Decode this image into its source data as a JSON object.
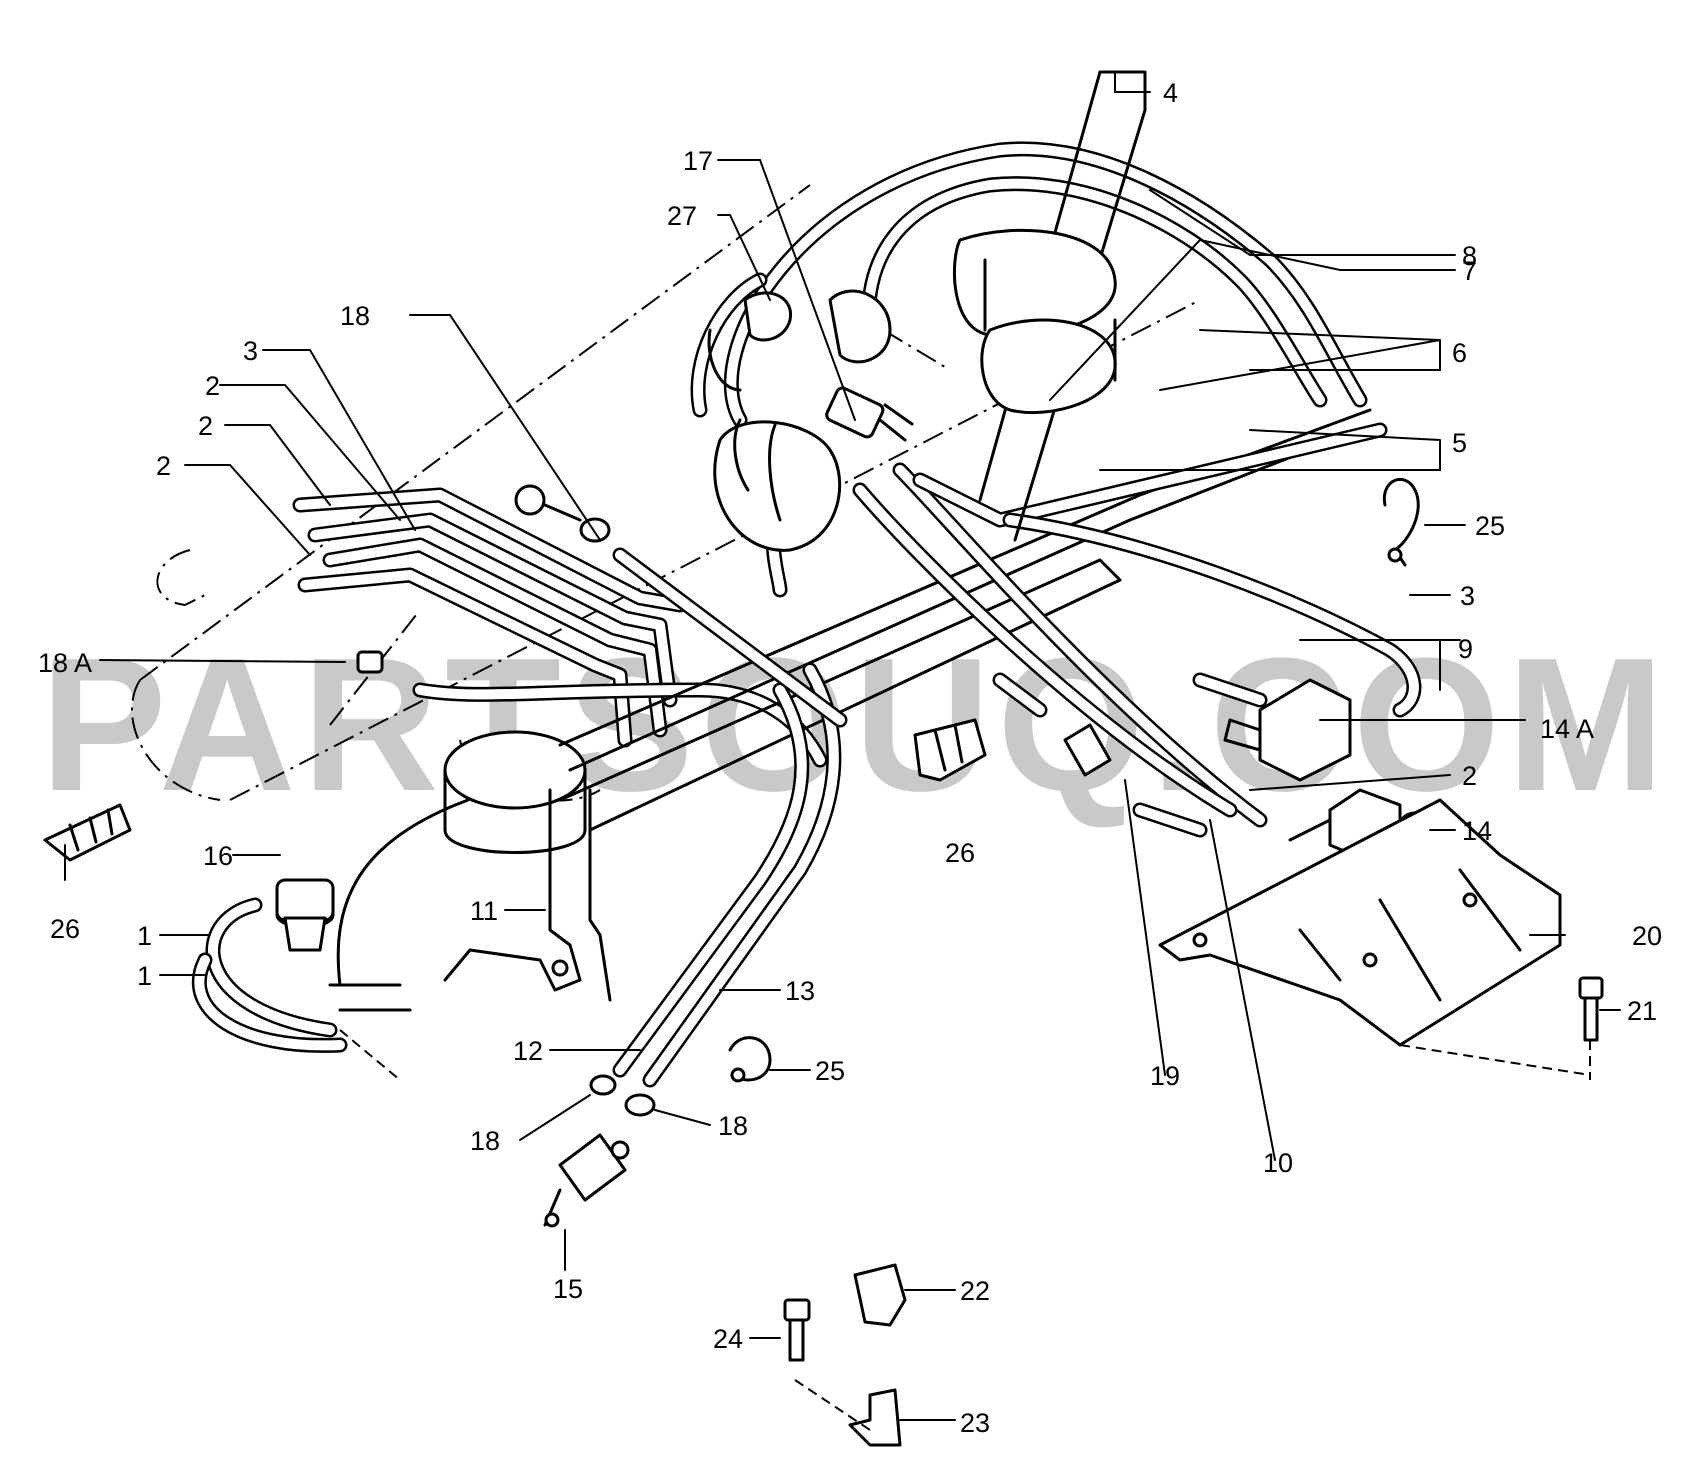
{
  "watermark": "PARTSOUQ.COM",
  "callouts": {
    "c4": "4",
    "c17": "17",
    "c27": "27",
    "c8": "8",
    "c7": "7",
    "c6": "6",
    "c18_top": "18",
    "c3_left": "3",
    "c2_a": "2",
    "c2_b": "2",
    "c2_c": "2",
    "c5": "5",
    "c25_right": "25",
    "c3_right": "3",
    "c9": "9",
    "c18a": "18 A",
    "c14a": "14 A",
    "c2_right": "2",
    "c26_mid": "26",
    "c14": "14",
    "c16": "16",
    "c26_left": "26",
    "c1_a": "1",
    "c1_b": "1",
    "c11": "11",
    "c20": "20",
    "c13": "13",
    "c21": "21",
    "c12": "12",
    "c25_low": "25",
    "c19": "19",
    "c18_left": "18",
    "c18_right": "18",
    "c10": "10",
    "c15": "15",
    "c22": "22",
    "c24": "24",
    "c23": "23"
  }
}
